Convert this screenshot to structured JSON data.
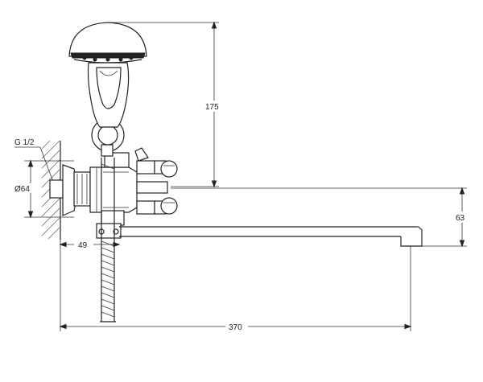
{
  "labels": {
    "thread": "G 1/2",
    "diameter": "Ø64",
    "height_shower": "175",
    "spout_height": "63",
    "offset": "49",
    "spout_length": "370"
  }
}
